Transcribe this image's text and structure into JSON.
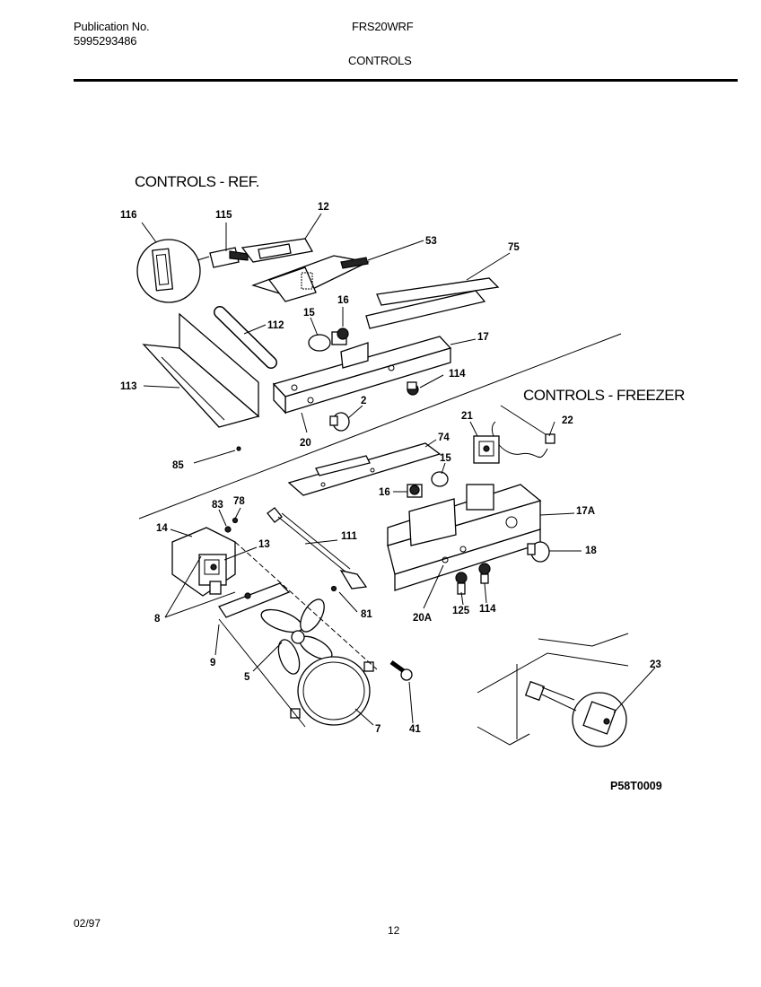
{
  "header": {
    "publication_label": "Publication No.",
    "publication_number": "5995293486",
    "model": "FRS20WRF",
    "section": "CONTROLS"
  },
  "diagram": {
    "group_ref": "CONTROLS - REF.",
    "group_freezer": "CONTROLS - FREEZER",
    "code": "P58T0009",
    "labels": {
      "l116": "116",
      "l115": "115",
      "l12": "12",
      "l53": "53",
      "l75": "75",
      "l112": "112",
      "l15a": "15",
      "l16a": "16",
      "l17": "17",
      "l113": "113",
      "l114a": "114",
      "l2": "2",
      "l20": "20",
      "l85": "85",
      "l74": "74",
      "l21": "21",
      "l22": "22",
      "l15b": "15",
      "l16b": "16",
      "l83": "83",
      "l78": "78",
      "l14": "14",
      "l13": "13",
      "l111": "111",
      "l17A": "17A",
      "l18": "18",
      "l8": "8",
      "l81": "81",
      "l20A": "20A",
      "l125": "125",
      "l114b": "114",
      "l9": "9",
      "l5": "5",
      "l7": "7",
      "l41": "41",
      "l23": "23"
    }
  },
  "footer": {
    "date": "02/97",
    "page": "12"
  }
}
